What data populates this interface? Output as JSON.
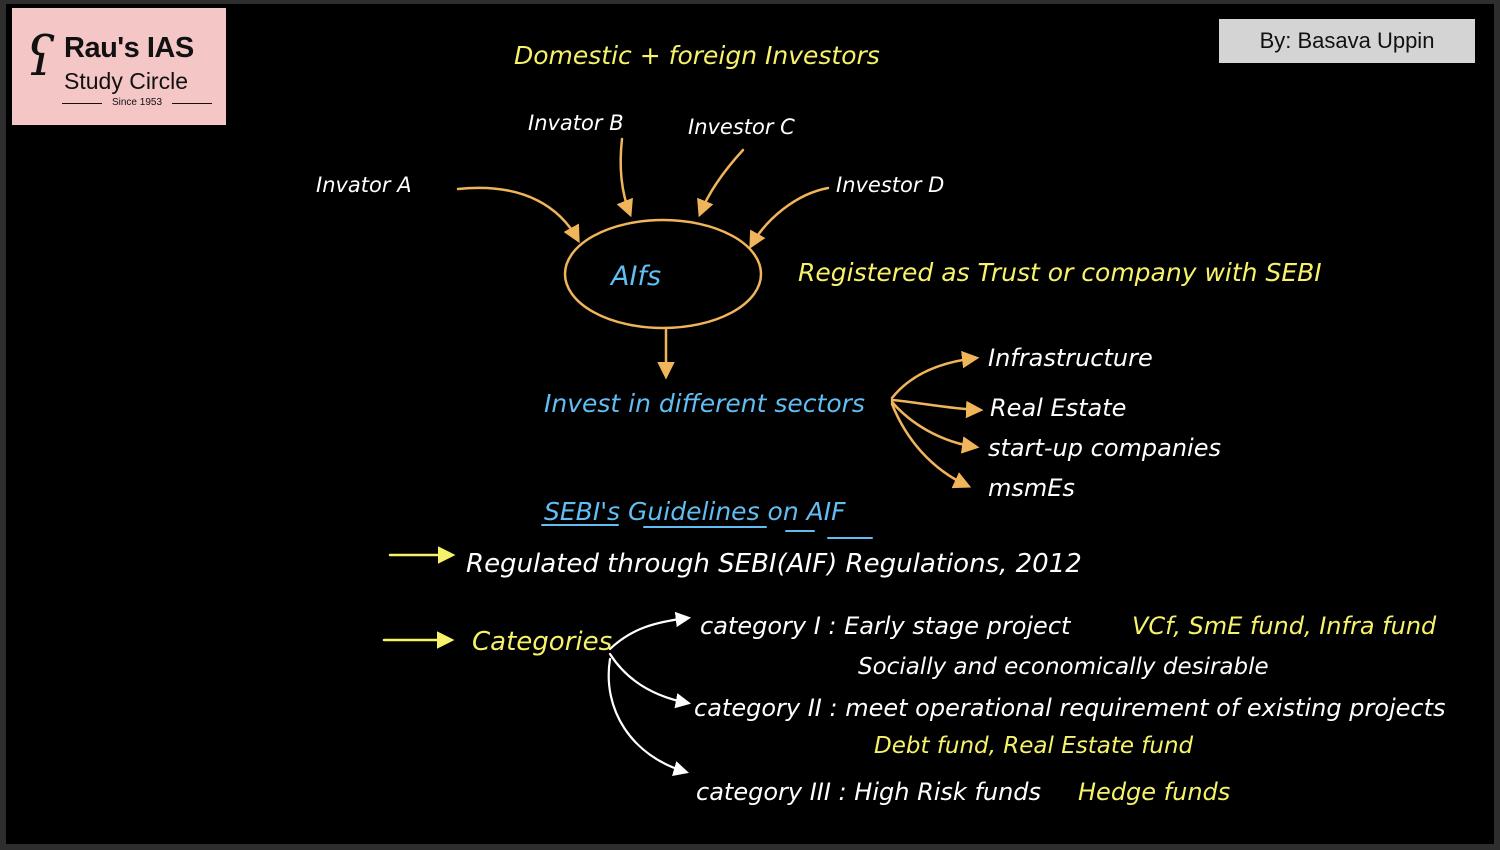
{
  "logo": {
    "line1": "Rau's IAS",
    "line2": "Study Circle",
    "since": "Since 1953"
  },
  "author": "By: Basava Uppin",
  "colors": {
    "white": "#ffffff",
    "yellow": "#f6f26a",
    "blue": "#61bdf2",
    "orange": "#f0b45a"
  },
  "diagram": {
    "heading": "Domestic + foreign Investors",
    "investor_a": "Invator A",
    "investor_b": "Invator B",
    "investor_c": "Investor C",
    "investor_d": "Investor D",
    "hub": "AIfs",
    "registered": "Registered as Trust or company with SEBI",
    "invest": "Invest in different sectors",
    "sectors": [
      "Infrastructure",
      "Real Estate",
      "start-up companies",
      "msmEs"
    ],
    "guidelines_title": "SEBI's Guidelines on AIF",
    "regulated": "Regulated through SEBI(AIF) Regulations, 2012",
    "categories": "Categories",
    "cat1_label": "category I : Early stage project",
    "cat1_examples": "VCf, SmE fund, Infra fund",
    "cat1_note": "Socially and economically desirable",
    "cat2_label": "category II : meet operational requirement of existing projects",
    "cat2_examples": "Debt fund, Real Estate fund",
    "cat3_label": "category III : High Risk funds",
    "cat3_examples": "Hedge funds"
  }
}
